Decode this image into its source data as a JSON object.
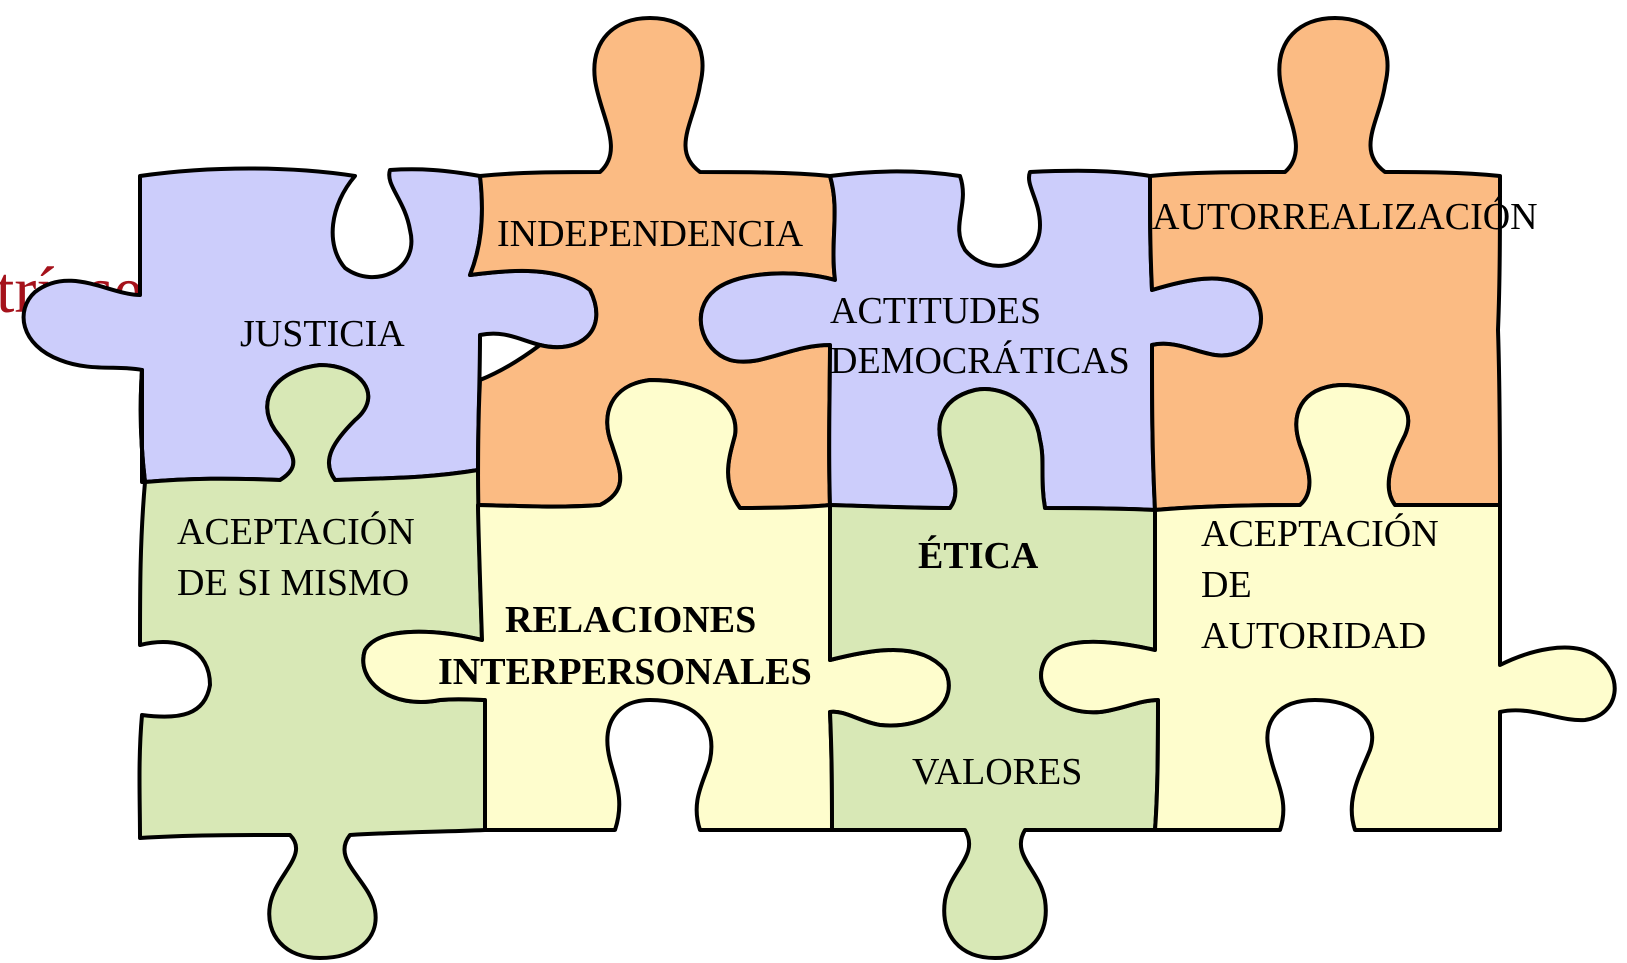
{
  "heading": {
    "line1": "",
    "line2": "trínsecas:"
  },
  "colors": {
    "purple": "#cccdfb",
    "orange": "#fbbb83",
    "green": "#d8e8b6",
    "yellow": "#fefdcd",
    "title": "#a5121b"
  },
  "pieces": [
    {
      "name": "justicia",
      "lines": [
        "JUSTICIA"
      ],
      "bold": false,
      "color": "purple"
    },
    {
      "name": "independencia",
      "lines": [
        "INDEPENDENCIA"
      ],
      "bold": false,
      "color": "orange"
    },
    {
      "name": "actitudes-democraticas",
      "lines": [
        "ACTITUDES",
        "DEMOCRÁTICAS"
      ],
      "bold": false,
      "color": "purple"
    },
    {
      "name": "autorrealizacion",
      "lines": [
        "AUTORREALIZACIÓN"
      ],
      "bold": false,
      "color": "orange"
    },
    {
      "name": "aceptacion-de-si-mismo",
      "lines": [
        "ACEPTACIÓN",
        "DE SI MISMO"
      ],
      "bold": false,
      "color": "green"
    },
    {
      "name": "relaciones-interpersonales",
      "lines": [
        "RELACIONES",
        "INTERPERSONALES"
      ],
      "bold": true,
      "color": "yellow"
    },
    {
      "name": "etica",
      "lines": [
        "ÉTICA"
      ],
      "bold": true,
      "color": "green"
    },
    {
      "name": "valores",
      "lines": [
        "VALORES"
      ],
      "bold": false,
      "color": "green"
    },
    {
      "name": "aceptacion-de-autoridad",
      "lines": [
        "ACEPTACIÓN",
        "DE",
        "AUTORIDAD"
      ],
      "bold": false,
      "color": "yellow"
    }
  ]
}
